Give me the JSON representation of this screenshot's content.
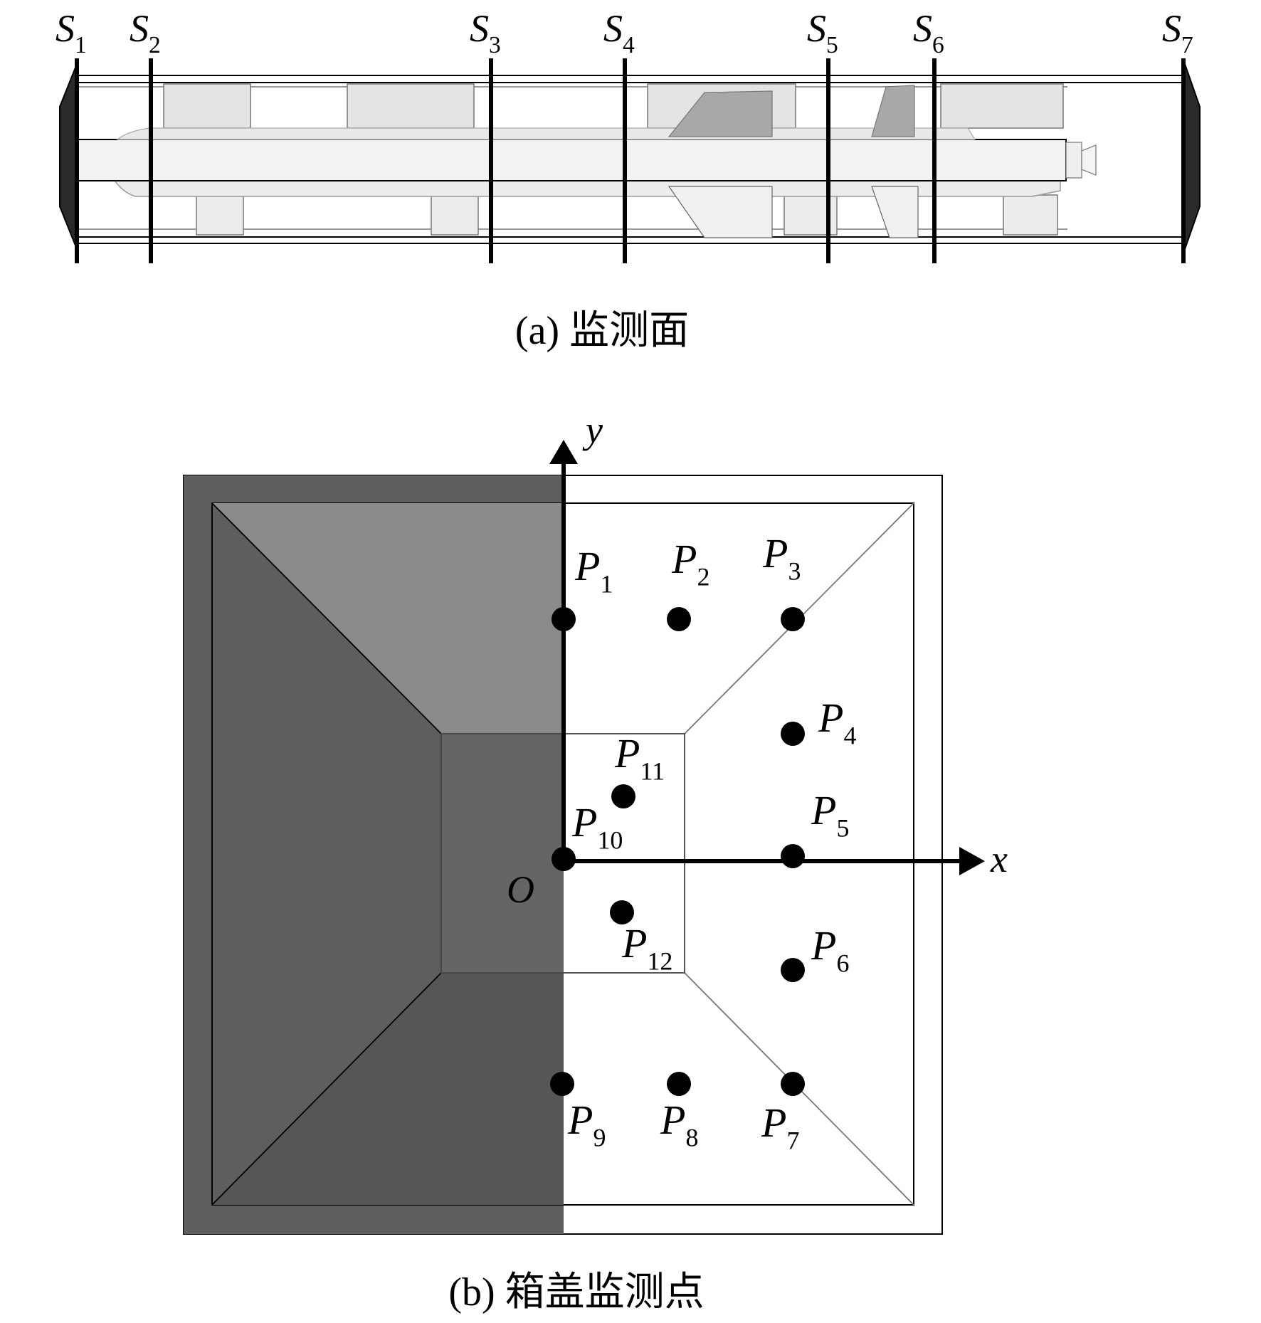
{
  "panel_a": {
    "caption": "(a) 监测面",
    "sections": [
      {
        "letter": "S",
        "sub": "1"
      },
      {
        "letter": "S",
        "sub": "2"
      },
      {
        "letter": "S",
        "sub": "3"
      },
      {
        "letter": "S",
        "sub": "4"
      },
      {
        "letter": "S",
        "sub": "5"
      },
      {
        "letter": "S",
        "sub": "6"
      },
      {
        "letter": "S",
        "sub": "7"
      }
    ]
  },
  "panel_b": {
    "caption": "(b) 箱盖监测点",
    "axes": {
      "x_label": "x",
      "y_label": "y",
      "origin_label": "O"
    },
    "points": [
      {
        "letter": "P",
        "sub": "1"
      },
      {
        "letter": "P",
        "sub": "2"
      },
      {
        "letter": "P",
        "sub": "3"
      },
      {
        "letter": "P",
        "sub": "4"
      },
      {
        "letter": "P",
        "sub": "5"
      },
      {
        "letter": "P",
        "sub": "6"
      },
      {
        "letter": "P",
        "sub": "7"
      },
      {
        "letter": "P",
        "sub": "8"
      },
      {
        "letter": "P",
        "sub": "9"
      },
      {
        "letter": "P",
        "sub": "10"
      },
      {
        "letter": "P",
        "sub": "11"
      },
      {
        "letter": "P",
        "sub": "12"
      }
    ]
  },
  "colors": {
    "dark_fill": "#5e5e5e",
    "medium_fill": "#8a8a8a",
    "light_gray": "#d6d6d6",
    "line": "#000000"
  }
}
